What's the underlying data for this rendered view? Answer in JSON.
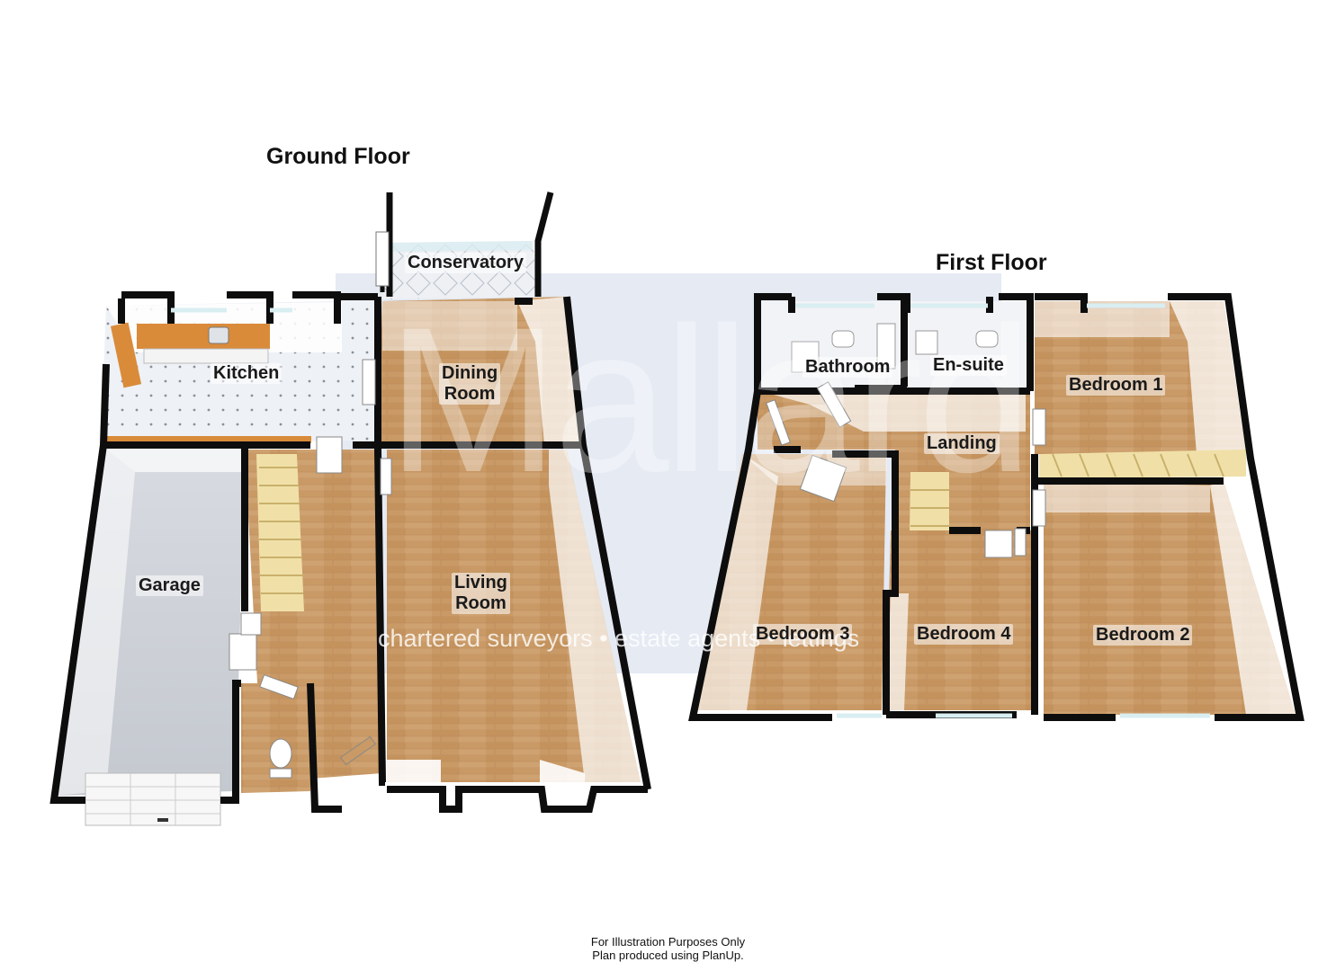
{
  "floors": {
    "ground": {
      "title": "Ground Floor",
      "rooms": {
        "conservatory": "Conservatory",
        "kitchen": "Kitchen",
        "dining_room_line1": "Dining",
        "dining_room_line2": "Room",
        "garage": "Garage",
        "living_room_line1": "Living",
        "living_room_line2": "Room"
      }
    },
    "first": {
      "title": "First Floor",
      "rooms": {
        "bathroom": "Bathroom",
        "en_suite": "En-suite",
        "bedroom_1": "Bedroom 1",
        "landing": "Landing",
        "bedroom_3": "Bedroom 3",
        "bedroom_4": "Bedroom 4",
        "bedroom_2": "Bedroom 2"
      }
    }
  },
  "watermark": {
    "name": "Mallard",
    "tagline": "chartered surveyors • estate agents • lettings"
  },
  "footer": {
    "line1": "For Illustration Purposes Only",
    "line2": "Plan produced using PlanUp."
  },
  "colors": {
    "wall": "#0d0d0d",
    "wood_floor": "#c99a66",
    "garage_floor": "#cfd2d8",
    "tile_floor": "#e9edf2",
    "worktop": "#d98b3a",
    "watermark_panel": "#b4c3dc",
    "watermark_orange": "#f0b27a"
  }
}
